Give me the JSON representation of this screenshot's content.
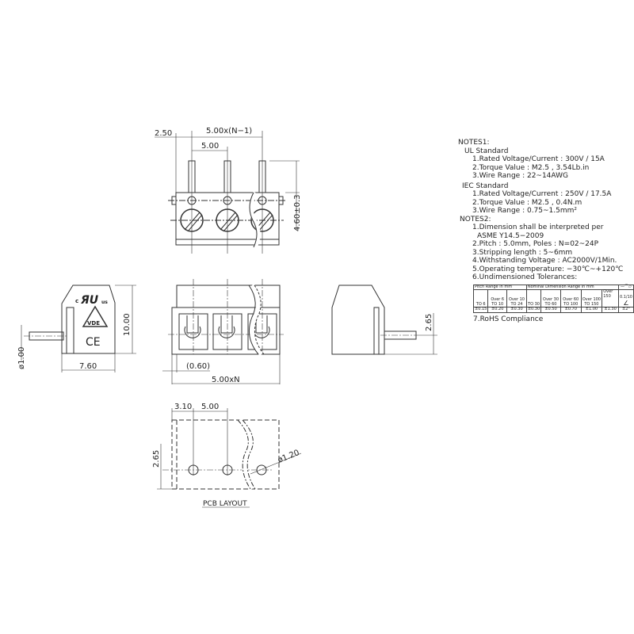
{
  "drawing": {
    "top_view": {
      "dim_left": "2.50",
      "dim_span": "5.00x(N−1)",
      "dim_pitch": "5.00",
      "dim_height": "4.60±0.3"
    },
    "left_view": {
      "dim_height": "10.00",
      "dim_width": "7.60",
      "dim_pin": "ø1.00",
      "logos": [
        "cULus",
        "VDE",
        "CE"
      ],
      "vde_label": "VDE",
      "ce_label": "CE",
      "ul_c": "c",
      "ul_us": "us"
    },
    "front_view": {
      "dim_offset": "(0.60)",
      "dim_width": "5.00xN"
    },
    "right_view": {
      "dim_pin_height": "2.65"
    },
    "pcb": {
      "dim_edge": "3.10",
      "dim_pitch": "5.00",
      "dim_height": "2.65",
      "dim_hole": "ø1.20",
      "title": "PCB LAYOUT"
    }
  },
  "notes1": {
    "title": "NOTES1:",
    "ul": {
      "title": "UL Standard",
      "items": [
        "1.Rated Voltage/Current : 300V / 15A",
        "2.Torque Value : M2.5 , 3.54Lb.in",
        "3.Wire Range : 22~14AWG"
      ]
    },
    "iec": {
      "title": "IEC Standard",
      "items": [
        "1.Rated Voltage/Current : 250V / 17.5A",
        "2.Torque Value : M2.5 , 0.4N.m",
        "3.Wire Range : 0.75~1.5mm²"
      ]
    }
  },
  "notes2": {
    "title": "NOTES2:",
    "items": [
      "1.Dimension shall be interpreted per",
      "ASME Y14.5−2009",
      "2.Pitch : 5.0mm, Poles : N=02~24P",
      "3.Stripping length : 5~6mm",
      "4.Withstanding Voltage : AC2000V/1Min.",
      "5.Operating temperature: −30℃~+120℃",
      "6.Undimensioned Tolerances:"
    ],
    "tolerance_table": {
      "pitch_header": "Pitch Range in mm",
      "nominal_header": "Nominal Dimension Range in mm",
      "symbols": "—⌒▱",
      "pitch_ranges": [
        "TO 6",
        "Over 6 TO 10",
        "Over 10 TO 24"
      ],
      "nominal_ranges": [
        "TO 30",
        "Over 30 TO 60",
        "Over 60 TO 100",
        "Over 100 TO 150",
        "Over 150"
      ],
      "pitch_tol": [
        "±0.15",
        "±0.20",
        "±0.30"
      ],
      "nominal_tol": [
        "±0.30",
        "±0.50",
        "±0.70",
        "±1.00",
        "±1.30"
      ],
      "flatness": "0.1/10",
      "angle_symbol": "∠",
      "angle_tol": "±2°"
    },
    "last": "7.RoHS Compliance"
  }
}
